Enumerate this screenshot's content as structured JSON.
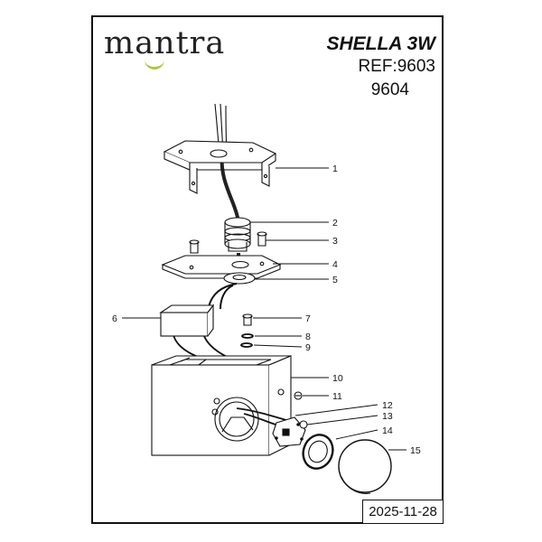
{
  "header": {
    "brand": "mantra",
    "brand_accent_color": "#a8c83a",
    "product_name": "SHELLA 3W",
    "ref_line": "REF:9603",
    "ref_line_2": "9604"
  },
  "footer": {
    "date": "2025-11-28"
  },
  "part_labels": [
    "1",
    "2",
    "3",
    "4",
    "5",
    "6",
    "7",
    "8",
    "9",
    "10",
    "11",
    "12",
    "13",
    "14",
    "15"
  ]
}
